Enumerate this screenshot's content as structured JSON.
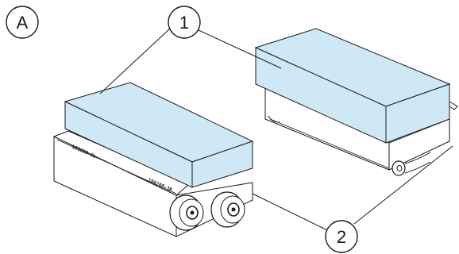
{
  "figure_label": "A",
  "callouts": {
    "one": "1",
    "two": "2"
  },
  "markings": {
    "left_front": "103200-3L",
    "left_side": "106200-3R"
  },
  "colors": {
    "light_blue": "#cfe8f5",
    "line": "#1a1a1a",
    "block_side": "#ffffff"
  }
}
